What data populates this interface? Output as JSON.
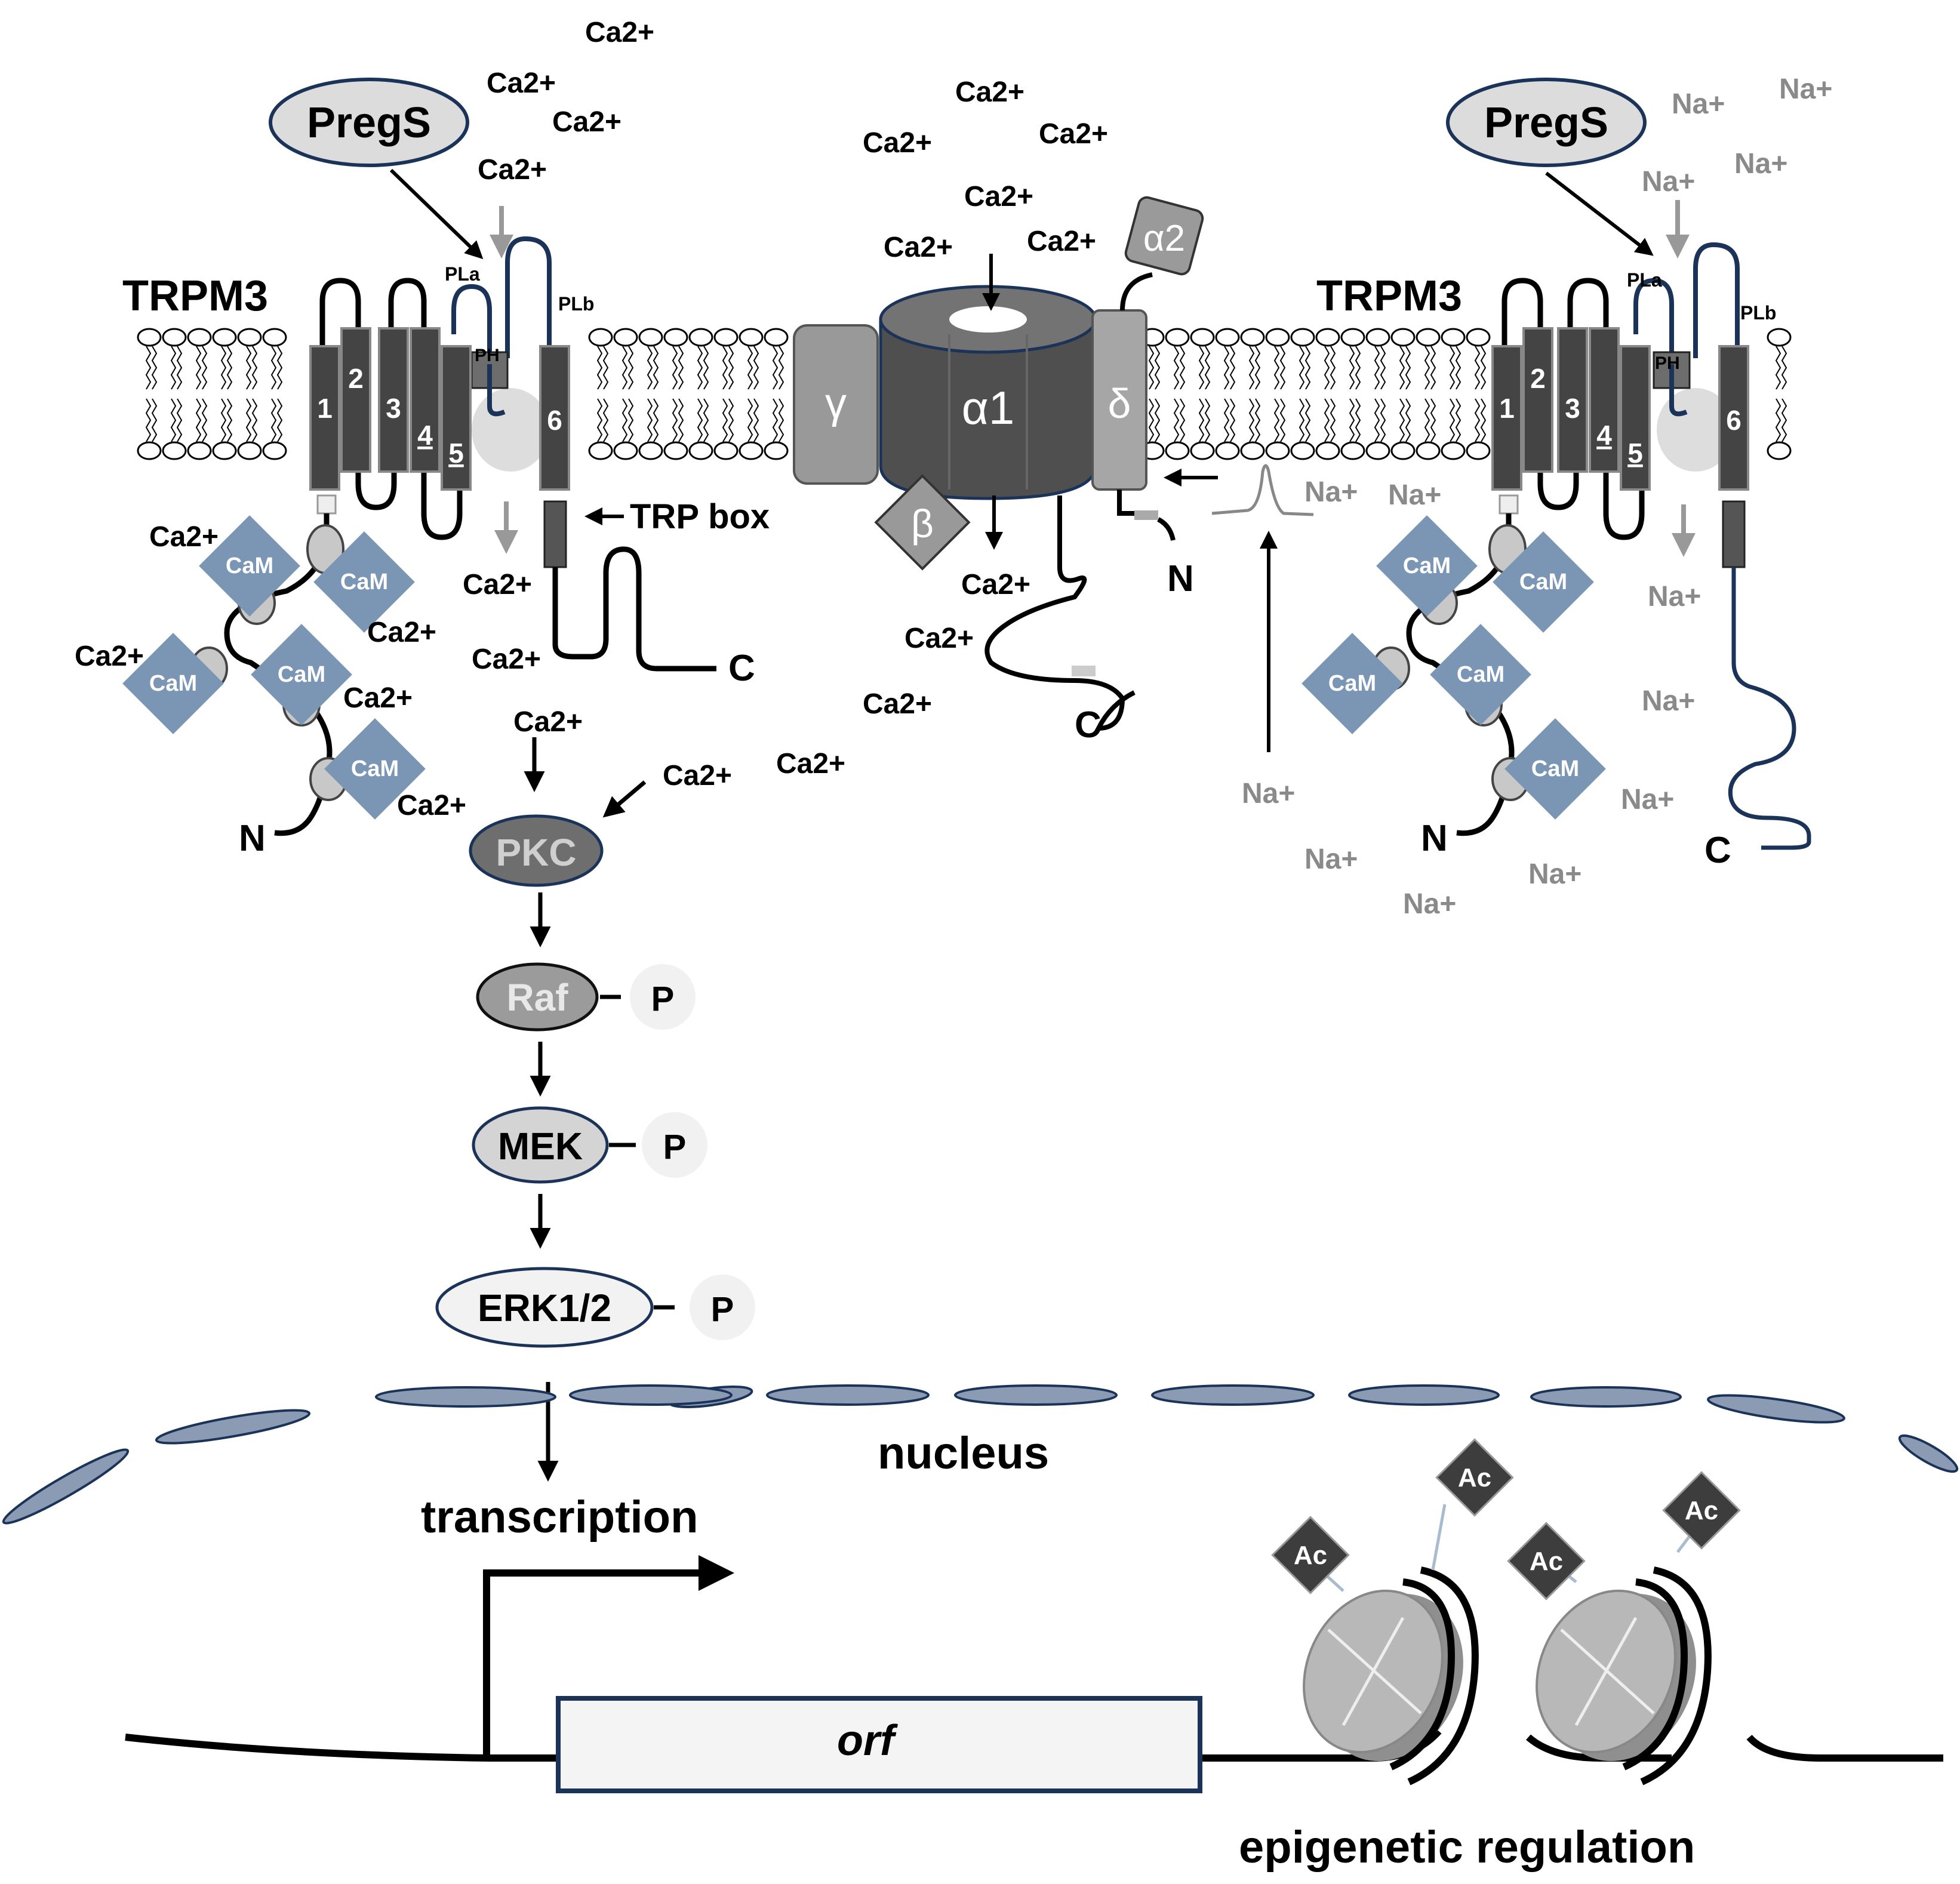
{
  "trpm3": {
    "left_label": "TRPM3",
    "right_label": "TRPM3",
    "segments": [
      "1",
      "2",
      "3",
      "4",
      "5",
      "6"
    ],
    "pore_helix": "PH",
    "loop_a": "PLa",
    "loop_b": "PLb",
    "trp_box": "TRP box",
    "n_term": "N",
    "c_term": "C",
    "calmodulin": "CaM"
  },
  "ligand": {
    "left": "PregS",
    "right": "PregS"
  },
  "ions": {
    "calcium": "Ca2+",
    "sodium": "Na+"
  },
  "vgcc": {
    "alpha1": "α1",
    "alpha2": "α2",
    "beta": "β",
    "gamma": "γ",
    "delta": "δ",
    "n_term": "N",
    "c_term": "C"
  },
  "cascade": {
    "pkc": "PKC",
    "raf": "Raf",
    "mek": "MEK",
    "erk": "ERK1/2",
    "phospho": "P"
  },
  "nucleus": {
    "label": "nucleus",
    "transcription": "transcription",
    "orf": "orf",
    "acetyl": "Ac",
    "epigenetic": "epigenetic regulation"
  }
}
